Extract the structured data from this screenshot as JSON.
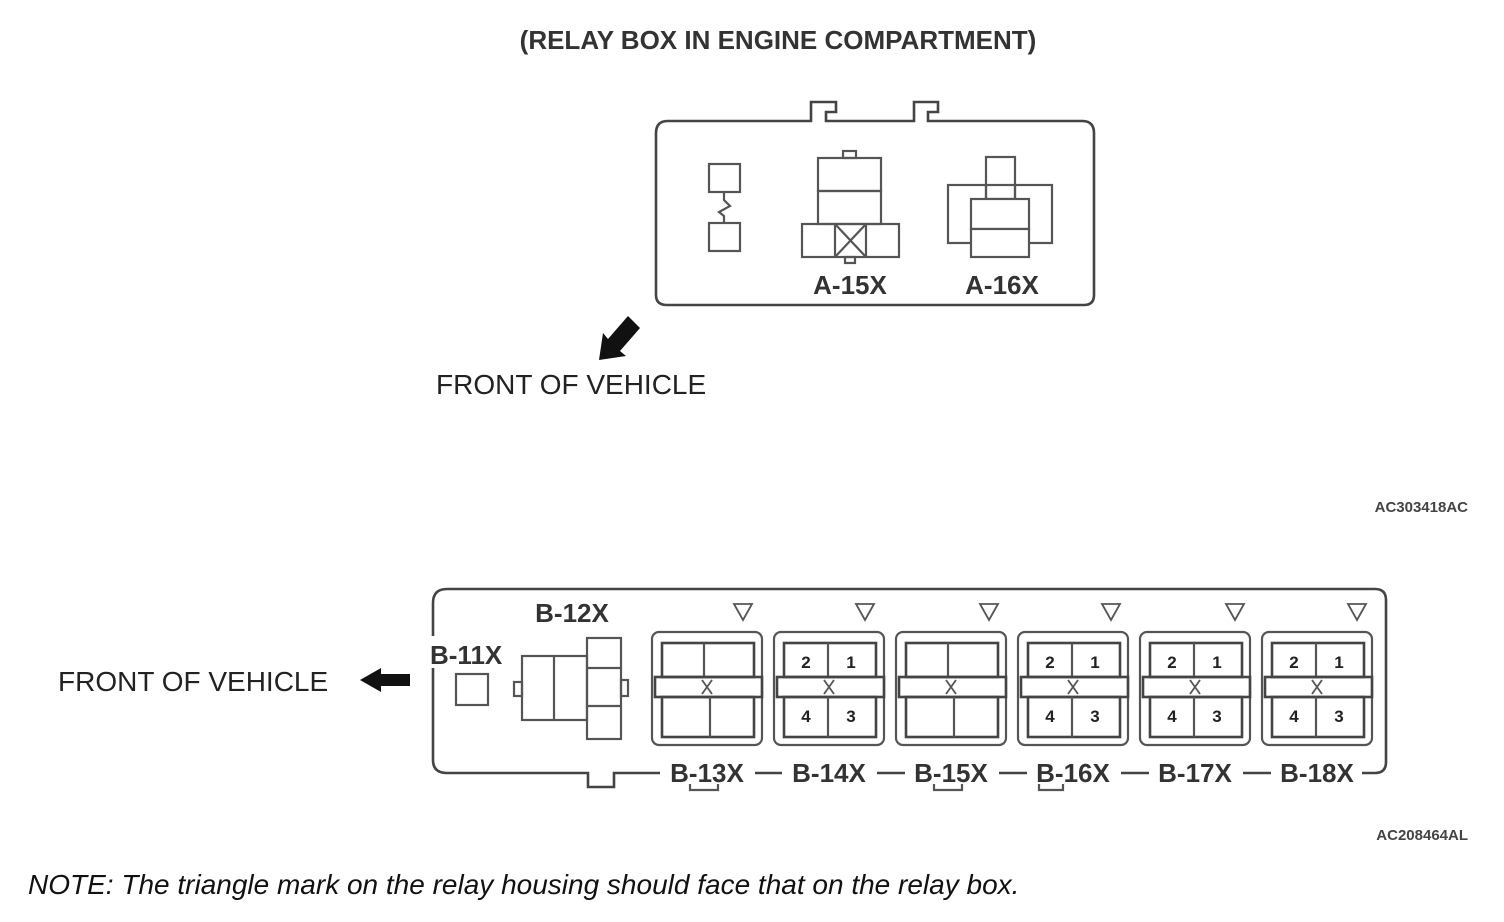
{
  "title": "(RELAY BOX IN ENGINE COMPARTMENT)",
  "top_box": {
    "relays": [
      {
        "label": "A-15X"
      },
      {
        "label": "A-16X"
      }
    ],
    "front_label": "FRONT OF VEHICLE",
    "figure_code": "AC303418AC"
  },
  "bottom_box": {
    "front_label": "FRONT OF VEHICLE",
    "relays": [
      {
        "label": "B-11X"
      },
      {
        "label": "B-12X"
      },
      {
        "label": "B-13X",
        "pins": []
      },
      {
        "label": "B-14X",
        "pins": [
          "2",
          "1",
          "4",
          "3"
        ]
      },
      {
        "label": "B-15X",
        "pins": []
      },
      {
        "label": "B-16X",
        "pins": [
          "2",
          "1",
          "4",
          "3"
        ]
      },
      {
        "label": "B-17X",
        "pins": [
          "2",
          "1",
          "4",
          "3"
        ]
      },
      {
        "label": "B-18X",
        "pins": [
          "2",
          "1",
          "4",
          "3"
        ]
      }
    ],
    "figure_code": "AC208464AL"
  },
  "note": "NOTE: The triangle mark on the relay housing should face that on the relay box.",
  "colors": {
    "line": "#555555",
    "text": "#333333"
  }
}
